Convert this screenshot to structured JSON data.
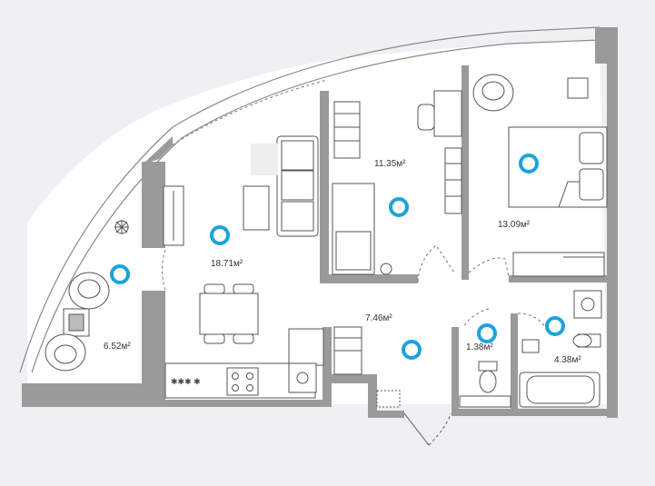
{
  "rooms": [
    {
      "id": "loggia",
      "area": "6.52м²"
    },
    {
      "id": "living",
      "area": "18.71м²"
    },
    {
      "id": "study",
      "area": "11.35м²"
    },
    {
      "id": "bedroom",
      "area": "13.09м²"
    },
    {
      "id": "hall",
      "area": "7.46м²"
    },
    {
      "id": "wc",
      "area": "1.38м²"
    },
    {
      "id": "bathroom",
      "area": "4.38м²"
    }
  ],
  "colors": {
    "background": "#eef0f4",
    "floor": "#ffffff",
    "wall": "#9a9a9a",
    "line": "#444444",
    "hotspot": "#1aa3dd"
  },
  "icons": [
    "hotspot-marker",
    "sofa-icon",
    "bed-icon",
    "desk-icon",
    "armchair-icon",
    "dining-table-icon",
    "stove-icon",
    "sink-icon",
    "toilet-icon",
    "bathtub-icon",
    "washing-machine-icon",
    "plant-icon",
    "door-icon"
  ]
}
